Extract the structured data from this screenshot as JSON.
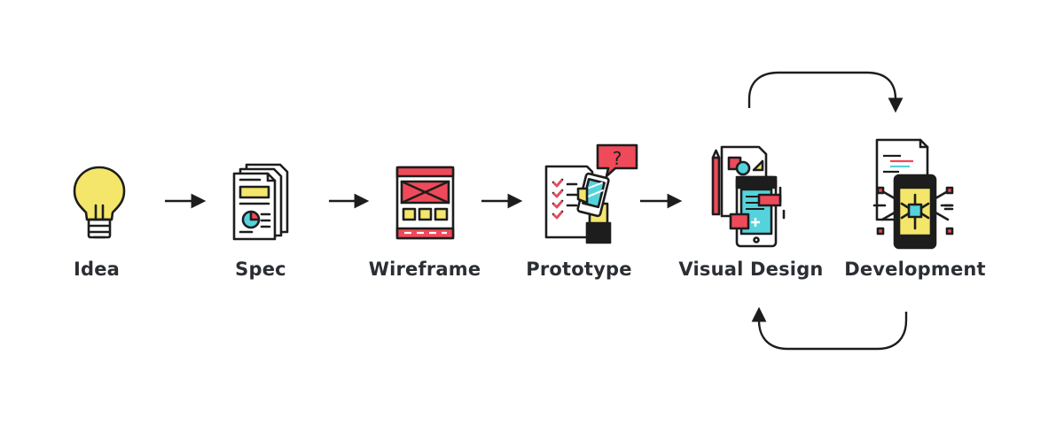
{
  "colors": {
    "outline": "#1d1d1d",
    "yellow": "#f4e66a",
    "red": "#ef4a59",
    "teal": "#55d3dc",
    "label": "#2b2e33"
  },
  "steps": [
    {
      "label": "Idea",
      "icon": "lightbulb-icon"
    },
    {
      "label": "Spec",
      "icon": "spec-document-icon"
    },
    {
      "label": "Wireframe",
      "icon": "wireframe-icon"
    },
    {
      "label": "Prototype",
      "icon": "prototype-phone-icon"
    },
    {
      "label": "Visual Design",
      "icon": "visual-design-icon"
    },
    {
      "label": "Development",
      "icon": "development-icon"
    }
  ],
  "prototype_bubble_symbol": "?"
}
